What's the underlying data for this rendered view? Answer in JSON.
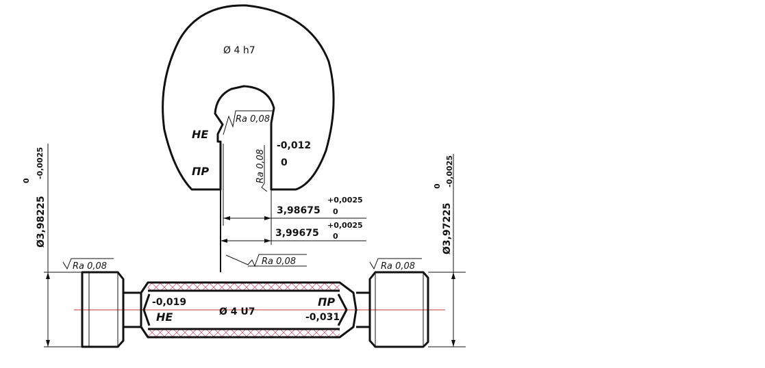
{
  "ring_gauge": {
    "size_label": "Ø 4 h7",
    "ne": "НЕ",
    "pr": "ПР",
    "upper_dev": "-0,012",
    "lower_dev": "0",
    "roughness": "Ra 0,08",
    "dim1": {
      "value": "3,98675",
      "upper": "+0,0025",
      "lower": "0"
    },
    "dim2": {
      "value": "3,99675",
      "upper": "+0,0025",
      "lower": "0"
    }
  },
  "plug_gauge": {
    "size_label": "Ø 4 U7",
    "ne": "НЕ",
    "pr": "ПР",
    "ne_dev": "-0,019",
    "pr_dev": "-0,031",
    "roughness": "Ra 0,08",
    "left_dim": {
      "value": "Ø3,98225",
      "upper": "0",
      "lower": "-0,0025"
    },
    "right_dim": {
      "value": "Ø3,97225",
      "upper": "0",
      "lower": "-0,0025"
    }
  },
  "colors": {
    "hatch": "#e0607a",
    "centerline": "#c03030",
    "line": "#111111"
  }
}
